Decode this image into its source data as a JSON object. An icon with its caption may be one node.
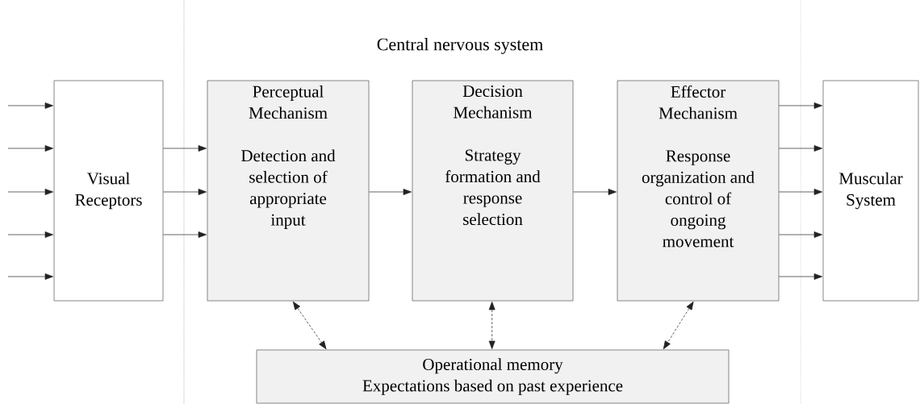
{
  "diagram": {
    "nodes": [
      {
        "text": [
          "Visual Receptors"
        ]
      },
      {
        "text": [
          "Perceptual Mechanism",
          "Detection and selection of appropriate input"
        ]
      },
      {
        "text": [
          "Decision Mechanism",
          "Strategy formation and response selection"
        ]
      },
      {
        "text": [
          "Effector Mechanism",
          "Response organization and control of ongoing movement"
        ]
      },
      {
        "text": [
          "Muscular System"
        ]
      },
      {
        "text": [
          "Operational memory",
          "Expectations based on past experience"
        ]
      }
    ],
    "edges": [
      {
        "from": null,
        "to": 0,
        "arrow": "to"
      },
      {
        "from": null,
        "to": 0,
        "arrow": "to"
      },
      {
        "from": null,
        "to": 0,
        "arrow": "to"
      },
      {
        "from": null,
        "to": 0,
        "arrow": "to"
      },
      {
        "from": null,
        "to": 0,
        "arrow": "to"
      },
      {
        "from": 0,
        "to": 1,
        "arrow": "to"
      },
      {
        "from": 0,
        "to": 1,
        "arrow": "to"
      },
      {
        "from": 0,
        "to": 1,
        "arrow": "to"
      },
      {
        "from": 1,
        "to": 2,
        "arrow": "to"
      },
      {
        "from": 2,
        "to": 3,
        "arrow": "to"
      },
      {
        "from": 3,
        "to": 4,
        "arrow": "to"
      },
      {
        "from": 3,
        "to": 4,
        "arrow": "to"
      },
      {
        "from": 3,
        "to": 4,
        "arrow": "to"
      },
      {
        "from": 3,
        "to": 4,
        "arrow": "to"
      },
      {
        "from": 3,
        "to": 4,
        "arrow": "to"
      },
      {
        "from": 1,
        "to": 5,
        "arrow": "both",
        "style": "dashed"
      },
      {
        "from": 2,
        "to": 5,
        "arrow": "both",
        "style": "dashed"
      },
      {
        "from": 3,
        "to": 5,
        "arrow": "both",
        "style": "dashed"
      }
    ],
    "labels": [
      "Central nervous system"
    ]
  }
}
